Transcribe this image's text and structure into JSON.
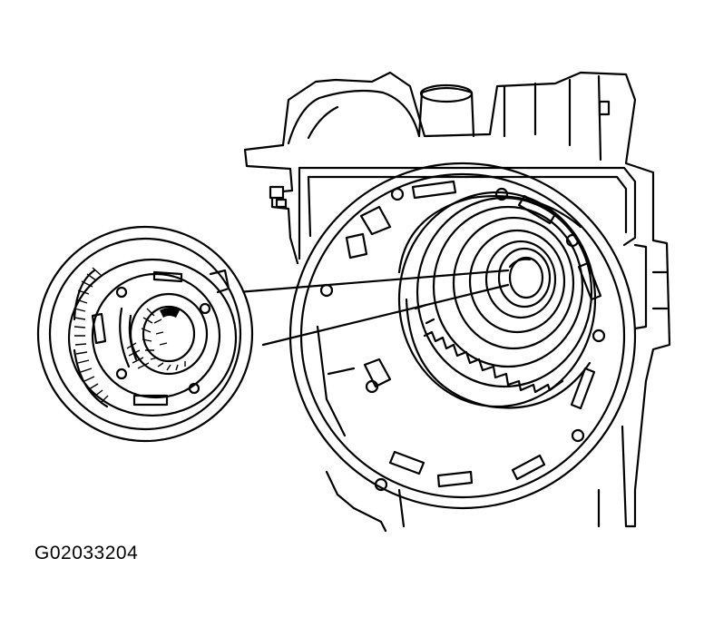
{
  "figure": {
    "code": "G02033204",
    "colors": {
      "line": "#000000",
      "background": "#ffffff"
    },
    "callout": {
      "target": "pump-center-hub",
      "detail": "pump-gear-detail"
    }
  }
}
